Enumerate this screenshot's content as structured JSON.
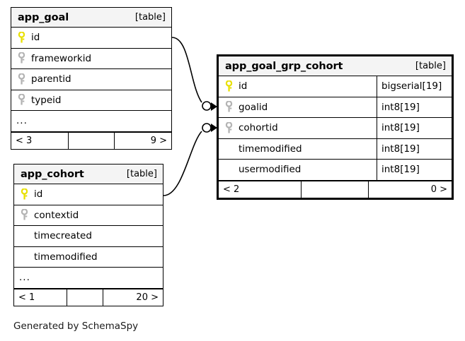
{
  "diagram": {
    "type": "entity-relationship",
    "generator_note": "Generated by SchemaSpy",
    "table_tag": "[table]",
    "ellipsis": "...",
    "colors": {
      "primary_key_icon": "#e8e000",
      "foreign_key_icon": "#b3b3b3",
      "header_background": "#f4f4f4",
      "border": "#000000",
      "page_background": "#ffffff"
    }
  },
  "tables": [
    {
      "id": "app_goal",
      "name": "app_goal",
      "tag": "[table]",
      "focus": false,
      "columns": [
        {
          "name": "id",
          "key": "primary",
          "type": ""
        },
        {
          "name": "frameworkid",
          "key": "foreign",
          "type": ""
        },
        {
          "name": "parentid",
          "key": "foreign",
          "type": ""
        },
        {
          "name": "typeid",
          "key": "foreign",
          "type": ""
        }
      ],
      "has_ellipsis": true,
      "footer": {
        "left": "< 3",
        "middle": "",
        "right": "9 >"
      }
    },
    {
      "id": "app_goal_grp_cohort",
      "name": "app_goal_grp_cohort",
      "tag": "[table]",
      "focus": true,
      "columns": [
        {
          "name": "id",
          "key": "primary",
          "type": "bigserial[19]"
        },
        {
          "name": "goalid",
          "key": "foreign",
          "type": "int8[19]"
        },
        {
          "name": "cohortid",
          "key": "foreign",
          "type": "int8[19]"
        },
        {
          "name": "timemodified",
          "key": "none",
          "type": "int8[19]"
        },
        {
          "name": "usermodified",
          "key": "none",
          "type": "int8[19]"
        }
      ],
      "has_ellipsis": false,
      "footer": {
        "left": "< 2",
        "middle": "",
        "right": "0 >"
      }
    },
    {
      "id": "app_cohort",
      "name": "app_cohort",
      "tag": "[table]",
      "focus": false,
      "columns": [
        {
          "name": "id",
          "key": "primary",
          "type": ""
        },
        {
          "name": "contextid",
          "key": "foreign",
          "type": ""
        },
        {
          "name": "timecreated",
          "key": "none",
          "type": ""
        },
        {
          "name": "timemodified",
          "key": "none",
          "type": ""
        }
      ],
      "has_ellipsis": true,
      "footer": {
        "left": "< 1",
        "middle": "",
        "right": "20 >"
      }
    }
  ],
  "relationships": [
    {
      "id": "rel-goal-goalid",
      "from_table": "app_goal",
      "from_column": "id",
      "to_table": "app_goal_grp_cohort",
      "to_column": "goalid",
      "start_marker": "none",
      "end_marker": "optional-many"
    },
    {
      "id": "rel-cohort-cohortid",
      "from_table": "app_cohort",
      "from_column": "id",
      "to_table": "app_goal_grp_cohort",
      "to_column": "cohortid",
      "start_marker": "none",
      "end_marker": "optional-many"
    }
  ]
}
